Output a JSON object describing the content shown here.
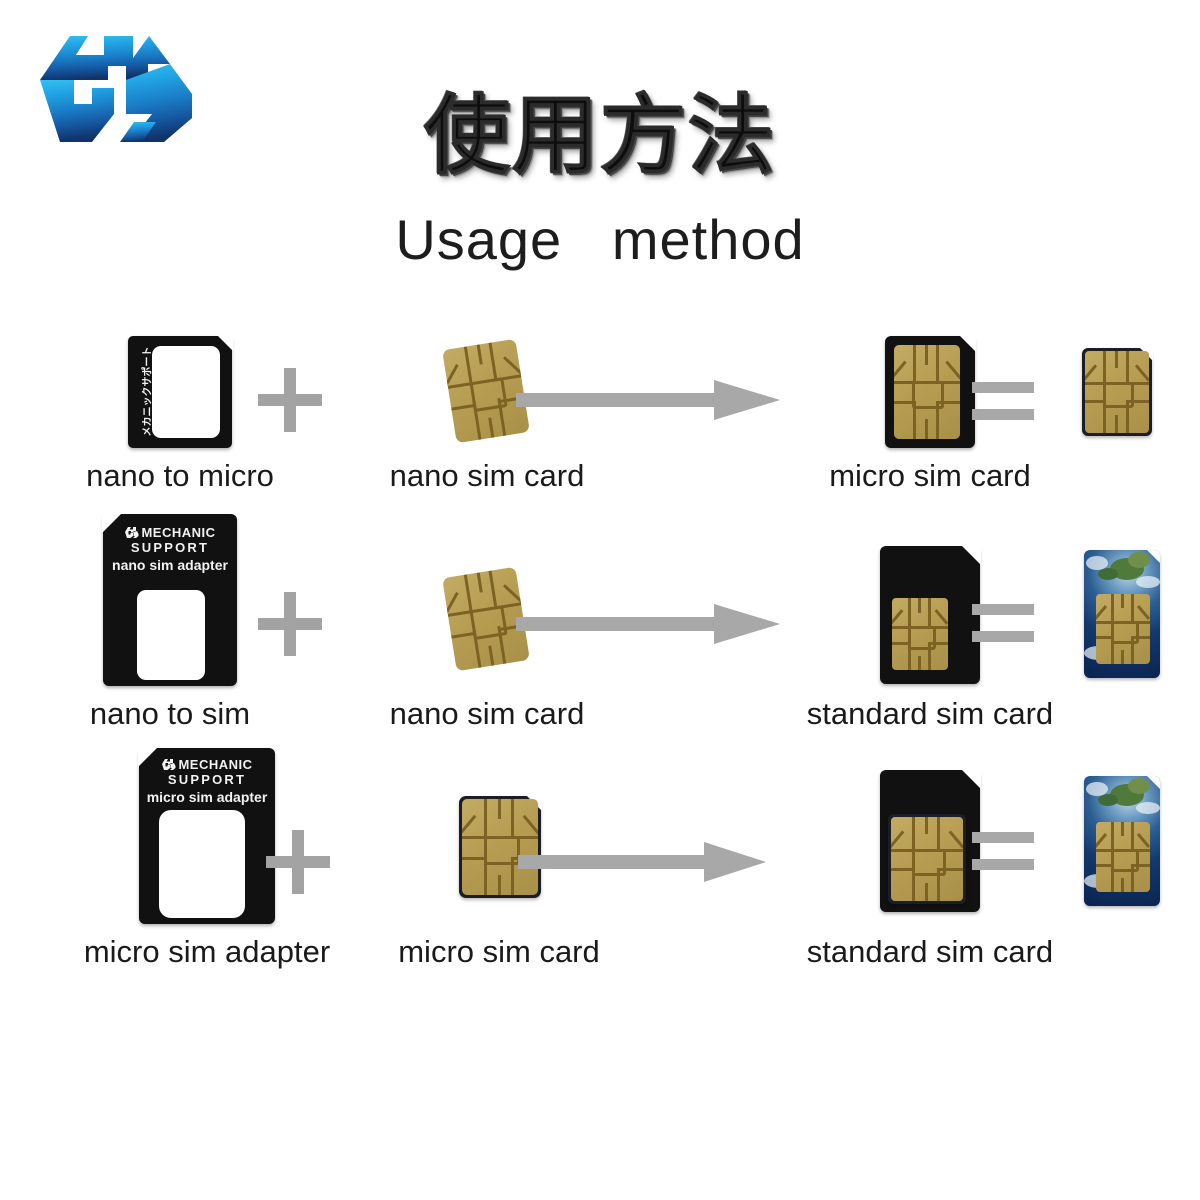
{
  "page": {
    "background_color": "#ffffff",
    "title_jp": "使用方法",
    "title_en": "Usage   method"
  },
  "brand": {
    "logo_name": "mechanic-support-logo",
    "logo_gradient_top": "#2fb3ec",
    "logo_gradient_bottom": "#123a75",
    "name_line1": "MECHANIC",
    "name_line2": "SUPPORT"
  },
  "colors": {
    "operator_gray": "#a3a3a3",
    "arrow_gray": "#a8a8a8",
    "adapter_black": "#111112",
    "chip_gold": "#b59d52",
    "chip_trace": "#7d6323",
    "text_black": "#1a1a1a"
  },
  "operators": {
    "plus": "+",
    "equals": "=",
    "arrow": "→"
  },
  "rows": [
    {
      "id": "row-nano-to-micro",
      "adapter": {
        "caption": "nano to micro",
        "vertical_text": "メカニックサポート",
        "brand_line1": "",
        "brand_line2": "",
        "subtitle": ""
      },
      "input_card": {
        "caption": "nano sim card",
        "type": "nano-sim-card"
      },
      "result": {
        "caption": "micro sim card",
        "type": "micro-sim-card-in-adapter"
      },
      "final": {
        "caption": "",
        "type": "micro-sim-card"
      }
    },
    {
      "id": "row-nano-to-sim",
      "adapter": {
        "caption": "nano to sim",
        "vertical_text": "",
        "brand_line1": "MECHANIC",
        "brand_line2": "SUPPORT",
        "subtitle": "nano sim adapter"
      },
      "input_card": {
        "caption": "nano sim card",
        "type": "nano-sim-card"
      },
      "result": {
        "caption": "standard sim card",
        "type": "standard-sim-card-in-adapter"
      },
      "final": {
        "caption": "",
        "type": "standard-sim-card-earth"
      }
    },
    {
      "id": "row-micro-to-sim",
      "adapter": {
        "caption": "micro sim adapter",
        "vertical_text": "",
        "brand_line1": "MECHANIC",
        "brand_line2": "SUPPORT",
        "subtitle": "micro sim adapter"
      },
      "input_card": {
        "caption": "micro sim card",
        "type": "micro-sim-card"
      },
      "result": {
        "caption": "standard sim card",
        "type": "standard-sim-card-in-adapter"
      },
      "final": {
        "caption": "",
        "type": "standard-sim-card-earth"
      }
    }
  ]
}
